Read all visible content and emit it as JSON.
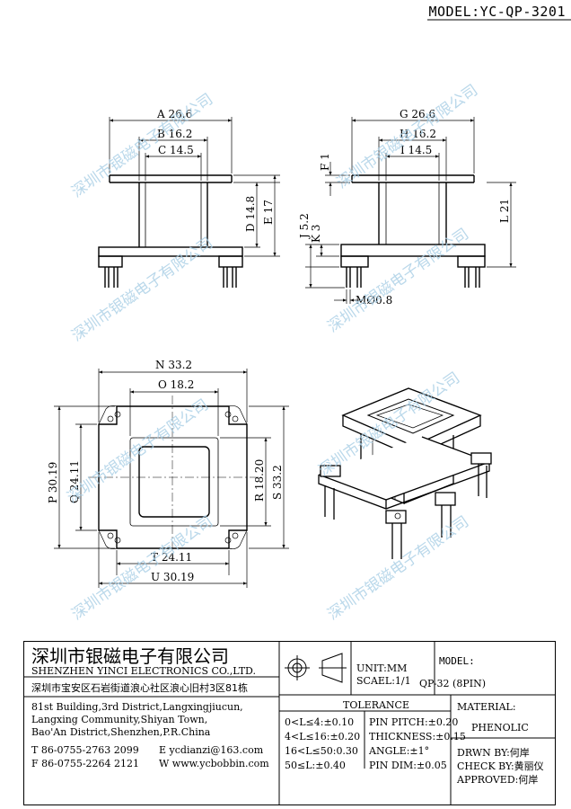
{
  "model_top": "MODEL:YC-QP-3201",
  "watermark": "深圳市银磁电子有限公司",
  "dims": {
    "A": "A 26.6",
    "B": "B 16.2",
    "C": "C 14.5",
    "D": "D 14.8",
    "E": "E 17",
    "F": "F 1",
    "G": "G 26.6",
    "H": "H 16.2",
    "I": "I 14.5",
    "J": "J 5.2",
    "K": "K 3",
    "L": "L 21",
    "M": "MØ0.8",
    "N": "N 33.2",
    "O": "O 18.2",
    "P": "P 30.19",
    "Q": "Q 24.11",
    "R": "R 18.20",
    "S": "S 33.2",
    "T": "T 24.11",
    "U": "U 30.19"
  },
  "title_block": {
    "company_cn": "深圳市银磁电子有限公司",
    "company_en": "SHENZHEN YINCI ELECTRONICS CO.,LTD.",
    "address_cn": "深圳市宝安区石岩街道浪心社区浪心旧村3区81栋",
    "address_en_1": "81st Building,3rd District,Langxingjiucun,",
    "address_en_2": "Langxing Community,Shiyan Town,",
    "address_en_3": "Bao'An District,Shenzhen,P.R.China",
    "tel": "T 86-0755-2763 2099",
    "fax": "F 86-0755-2264 2121",
    "email": "E ycdianzi@163.com",
    "web": "W www.ycbobbin.com",
    "unit": "UNIT:MM",
    "scale": "SCAEL:1/1",
    "model_label": "MODEL:",
    "model_value": "QP-32 (8PIN)",
    "tolerance_title": "TOLERANCE",
    "tol_left": [
      "0<L≤4:±0.10",
      "4<L≤16:±0.20",
      "16<L≤50:0.30",
      "50≤L:±0.40"
    ],
    "tol_right": [
      "PIN PITCH:±0.20",
      "THICKNESS:±0.15",
      "ANGLE:±1°",
      "PIN DIM:±0.05"
    ],
    "material_label": "MATERIAL:",
    "material_value": "PHENOLIC",
    "drawn": "DRWN BY:何岸",
    "check": "CHECK BY:黄丽仪",
    "approved": "APPROVED:何岸"
  }
}
